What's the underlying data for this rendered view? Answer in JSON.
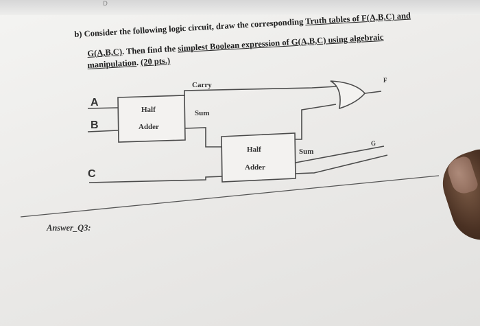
{
  "header": {
    "top_mark": "D"
  },
  "question": {
    "line1_prefix": "b)  Consider the following logic circuit, draw the corresponding ",
    "line1_link": "Truth tables of F(A,B,C) and",
    "line2_link1": "G(A,B,C)",
    "line2_mid": ". Then find the ",
    "line2_link2": "simplest Boolean expression of G(A,B,C) using algebraic",
    "line3_link": "manipulation",
    "line3_sep": ". ",
    "line3_points": "(20 pts.)"
  },
  "circuit": {
    "inputs": [
      "A",
      "B",
      "C"
    ],
    "half_adder_1": {
      "line1": "Half",
      "line2": "Adder"
    },
    "half_adder_2": {
      "line1": "Half",
      "line2": "Adder"
    },
    "carry_label": "Carry",
    "sum1_label": "Sum",
    "sum2_label": "Sum",
    "output_f": "F",
    "output_g": "G"
  },
  "answer": {
    "label": "Answer_Q3:"
  }
}
